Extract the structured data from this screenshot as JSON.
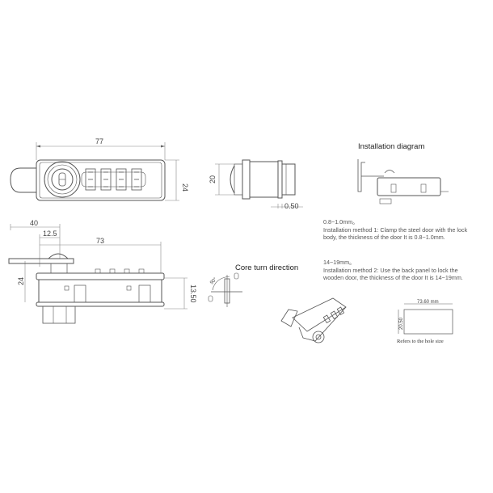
{
  "front_view": {
    "width_dim": "77",
    "height_dim": "24"
  },
  "side_view": {
    "height_dim": "20",
    "offset_dim": "0.50"
  },
  "top_view": {
    "dim_40": "40",
    "dim_12_5": "12.5",
    "dim_73": "73",
    "dim_24": "24",
    "dim_13_50": "13.50"
  },
  "installation": {
    "title": "Installation diagram",
    "method1_heading": "0.8~1.0mm。",
    "method1_text": "Installation method 1: Clamp the steel door with the lock body, the thickness of the door It is 0.8~1.0mm.",
    "method2_heading": "14~19mm。",
    "method2_text": "Installation method 2: Use the back panel to lock the wooden door, the thickness of the door It is 14~19mm."
  },
  "core_turn": {
    "title": "Core turn direction",
    "angle_label": "90°"
  },
  "hole_size": {
    "width_dim": "73.60 mm",
    "height_dim": "20.50",
    "caption": "Refers to the hole size"
  },
  "colors": {
    "line": "#555555",
    "dim_line": "#777777",
    "background": "#ffffff"
  }
}
